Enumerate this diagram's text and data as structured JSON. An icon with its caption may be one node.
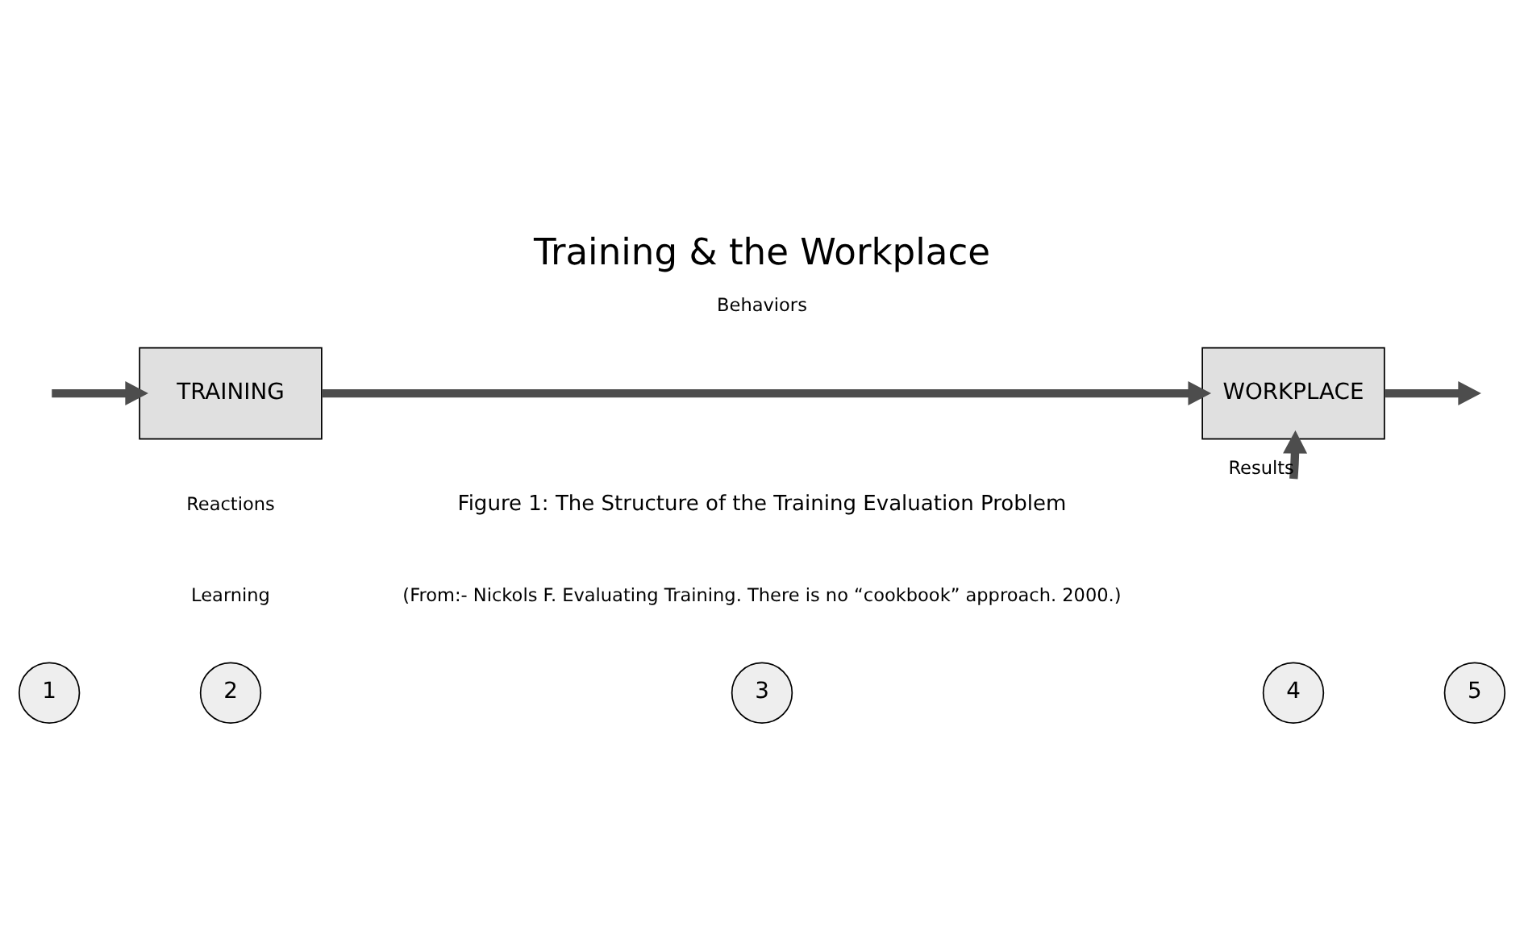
{
  "diagram": {
    "title": "Training & the Workplace",
    "caption": "Figure 1: The Structure of the Training Evaluation Problem",
    "nodes": [
      {
        "text": [
          "1"
        ]
      },
      {
        "text": [
          "2"
        ]
      },
      {
        "text": [
          "3"
        ]
      },
      {
        "text": [
          "4"
        ]
      },
      {
        "text": [
          "5"
        ]
      },
      {
        "text": [
          "TRAINING"
        ]
      },
      {
        "text": [
          "WORKPLACE"
        ]
      }
    ],
    "edges": [
      {
        "from": null,
        "to": 5,
        "arrow": "to"
      },
      {
        "from": 5,
        "to": 6,
        "arrow": "to"
      },
      {
        "from": 6,
        "to": null,
        "arrow": "to"
      },
      {
        "from": null,
        "to": 6,
        "arrow": "to",
        "label": "Results"
      }
    ],
    "labels": [
      "Reactions",
      "Learning",
      "Behaviors",
      "(From:- Nickols F. Evaluating Training. There is no “cookbook” approach. 2000.)"
    ]
  }
}
